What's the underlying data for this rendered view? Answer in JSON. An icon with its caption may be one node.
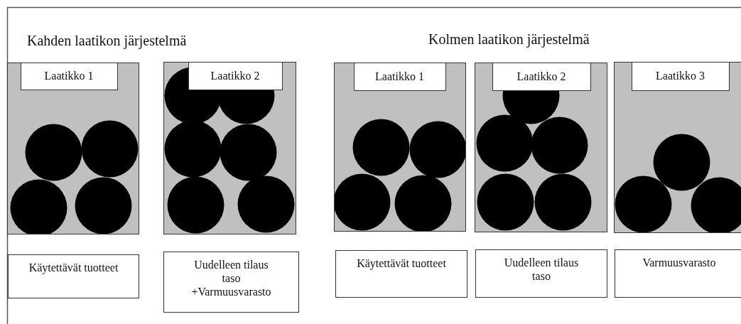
{
  "diagram": {
    "nodes": [
      {
        "text": [],
        "shape": "box"
      },
      {
        "text": [
          "Laatikko 1"
        ],
        "in": 0
      },
      {
        "text": [],
        "shape": "box"
      },
      {
        "text": [
          "Laatikko 2"
        ],
        "in": 2
      },
      {
        "text": [],
        "shape": "box"
      },
      {
        "text": [
          "Laatikko 1"
        ],
        "in": 4
      },
      {
        "text": [],
        "shape": "box"
      },
      {
        "text": [
          "Laatikko 2"
        ],
        "in": 6
      },
      {
        "text": [],
        "shape": "box"
      },
      {
        "text": [
          "Laatikko 3"
        ],
        "in": 8
      },
      {
        "text": [
          "Käytettävät tuotteet"
        ]
      },
      {
        "text": [
          "Uudelleen tilaus taso +Varmuusvarasto"
        ]
      },
      {
        "text": [
          "Käytettävät tuotteet"
        ]
      },
      {
        "text": [
          "Uudelleen tilaus taso"
        ]
      },
      {
        "text": [
          "Varmuusvarasto"
        ]
      }
    ],
    "labels": [
      "Kahden laatikon järjestelmä",
      "Kolmen laatikon järjestelmä"
    ]
  }
}
